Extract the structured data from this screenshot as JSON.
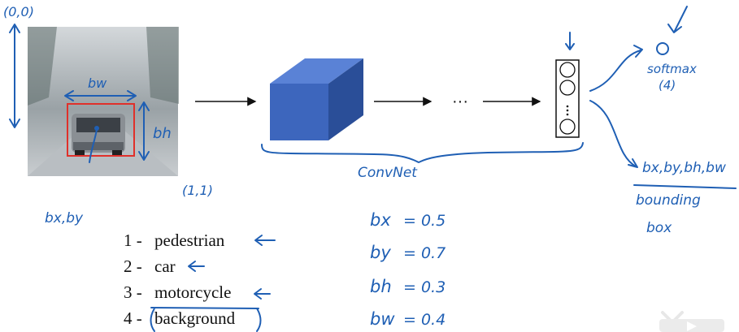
{
  "colors": {
    "ink": "#1f5fb4",
    "cube_front": "#3d66bd",
    "cube_top": "#5a82d6",
    "cube_side": "#2a4e98",
    "box_red": "#e0302a"
  },
  "origin_label": "(0,0)",
  "end_label": "(1,1)",
  "bw_label": "bw",
  "bh_label": "bh",
  "bxby_label": "bx,by",
  "convnet_label": "ConvNet",
  "ellipsis": "···",
  "softmax_label": "softmax",
  "softmax_count": "(4)",
  "output_vector_label": "bx,by,bh,bw",
  "bounding_label": "bounding",
  "box_label": "box",
  "classes": [
    {
      "num": "1 -",
      "name": "pedestrian"
    },
    {
      "num": "2 -",
      "name": "car"
    },
    {
      "num": "3 -",
      "name": "motorcycle"
    },
    {
      "num": "4 -",
      "name": "background"
    }
  ],
  "values": [
    {
      "key": "bx",
      "eq": "= 0.5"
    },
    {
      "key": "by",
      "eq": "= 0.7"
    },
    {
      "key": "bh",
      "eq": "= 0.3"
    },
    {
      "key": "bw",
      "eq": "= 0.4"
    }
  ]
}
